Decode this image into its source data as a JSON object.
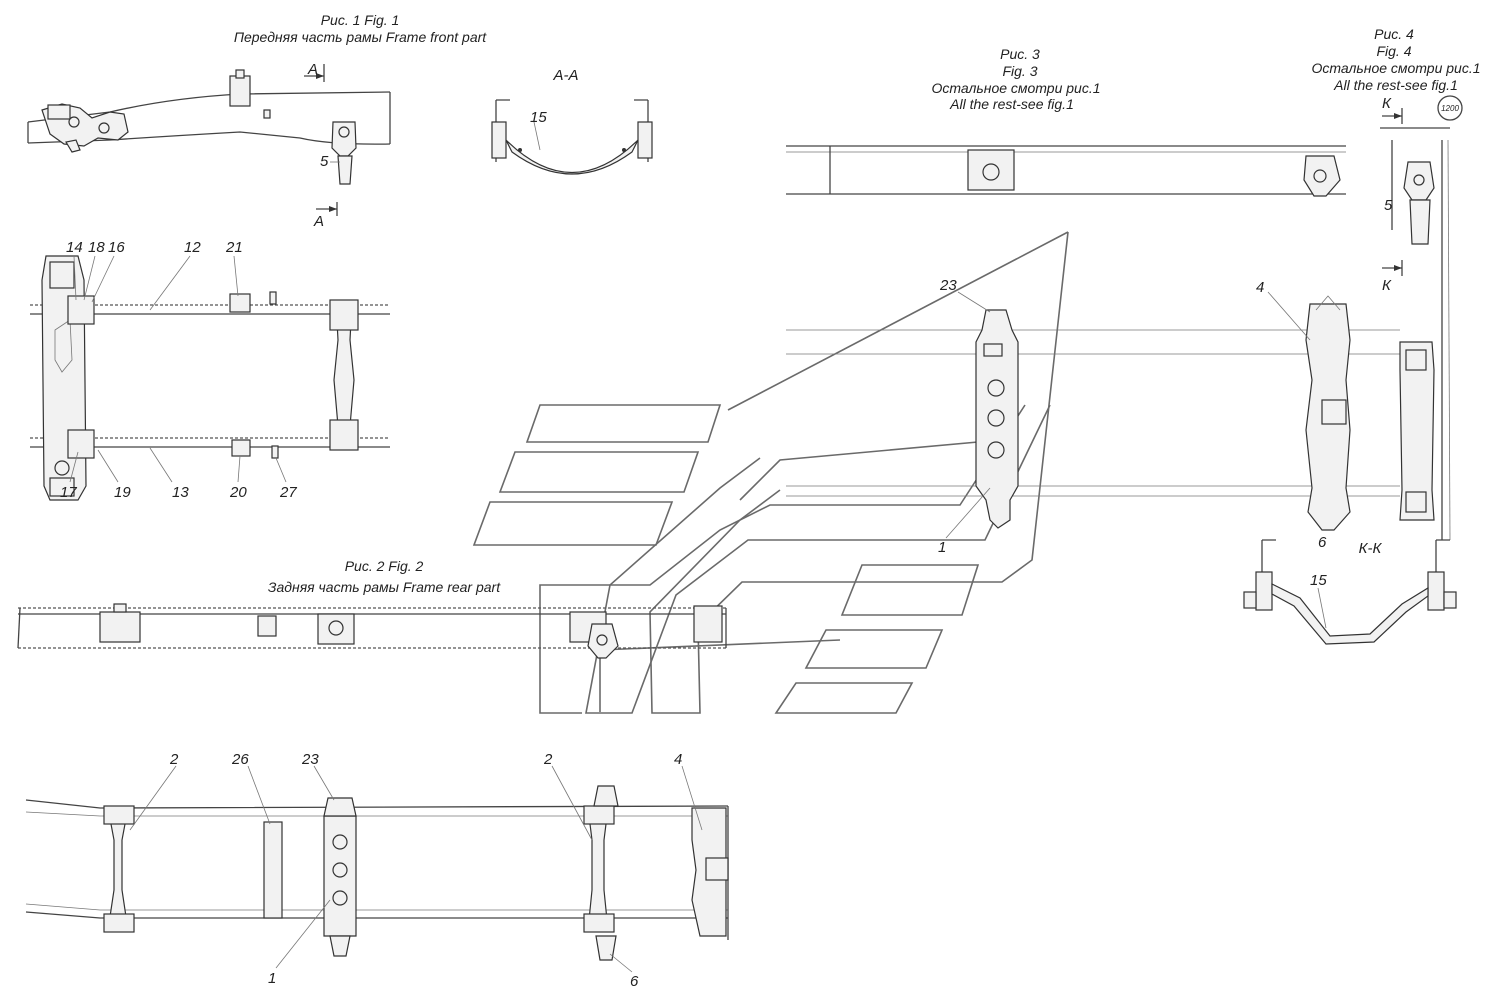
{
  "figures": {
    "fig1": {
      "title": "Рис. 1 Fig. 1",
      "subtitle": "Передняя часть рамы Frame front part"
    },
    "fig2": {
      "title": "Рис. 2 Fig. 2",
      "subtitle": "Задняя часть рамы Frame rear part"
    },
    "fig3": {
      "line1": "Рис. 3",
      "line2": "Fig. 3",
      "line3": "Остальное смотри рис.1",
      "line4": "All the rest-see fig.1"
    },
    "fig4": {
      "line1": "Рис. 4",
      "line2": "Fig. 4",
      "line3": "Остальное смотри рис.1",
      "line4": "All the rest-see fig.1",
      "badge": "1200"
    }
  },
  "sections": {
    "aa_title": "А-А",
    "a_mark_top": "А",
    "a_mark_bottom": "А",
    "kk_title": "К-К",
    "k_mark_top": "К",
    "k_mark_bottom": "К"
  },
  "callouts": {
    "n5_fig1": "5",
    "n15_aa": "15",
    "n14": "14",
    "n18": "18",
    "n16": "16",
    "n12": "12",
    "n21": "21",
    "n17": "17",
    "n19": "19",
    "n13": "13",
    "n20": "20",
    "n27": "27",
    "n23_fig3": "23",
    "n1_fig3": "1",
    "n4_fig4": "4",
    "n5_fig4": "5",
    "n6_fig4": "6",
    "n15_kk": "15",
    "n2_left": "2",
    "n26": "26",
    "n23_bottom": "23",
    "n2_right": "2",
    "n4_bottom": "4",
    "n1_bottom": "1",
    "n6_bottom": "6"
  }
}
